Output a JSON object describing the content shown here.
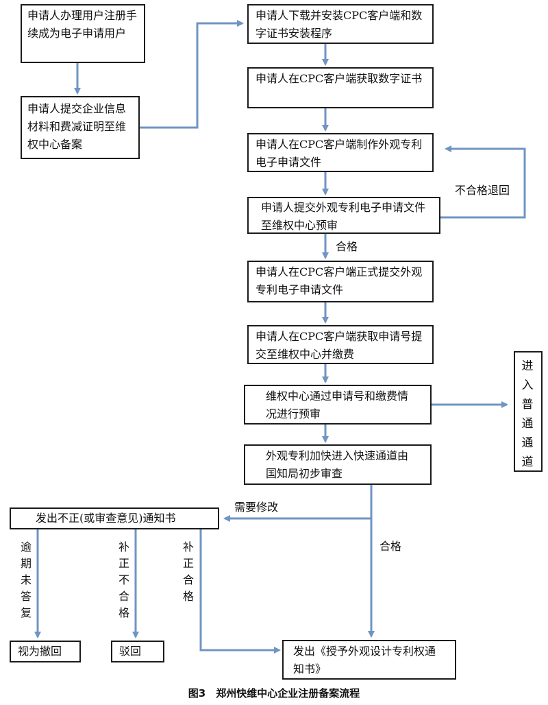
{
  "boxes": {
    "register": "申请人办理用户注册手续成为电子申请用户",
    "submit_materials": "申请人提交企业信息材料和费减证明至维权中心备案",
    "download_client": "申请人下载并安装CPC客户端和数字证书安装程序",
    "get_cert": "申请人在CPC客户端获取数字证书",
    "make_file": "申请人在CPC客户端制作外观专利电子申请文件",
    "pre_review": "申请人提交外观专利电子申请文件至维权中心预审",
    "formal_submit": "申请人在CPC客户端正式提交外观专利电子申请文件",
    "get_number": "申请人在CPC客户端获取申请号提交至维权中心并缴费",
    "center_review": "维权中心通过申请号和缴费情况进行预审",
    "fast_track": "外观专利加快进入快速通道由国知局初步审查",
    "normal_channel": "进入普通通道",
    "notice": "发出不正(或审查意见)通知书",
    "withdrawn": "视为撤回",
    "rejected": "驳回",
    "grant": "发出《授予外观设计专利权通知书》"
  },
  "labels": {
    "return_unqualified": "不合格退回",
    "qualified_1": "合格",
    "need_modify": "需要修改",
    "qualified_2": "合格",
    "overdue": "逾期未答复",
    "correction_fail": "补正不合格",
    "correction_pass": "补正合格"
  },
  "caption": "图3　郑州快维中心企业注册备案流程"
}
